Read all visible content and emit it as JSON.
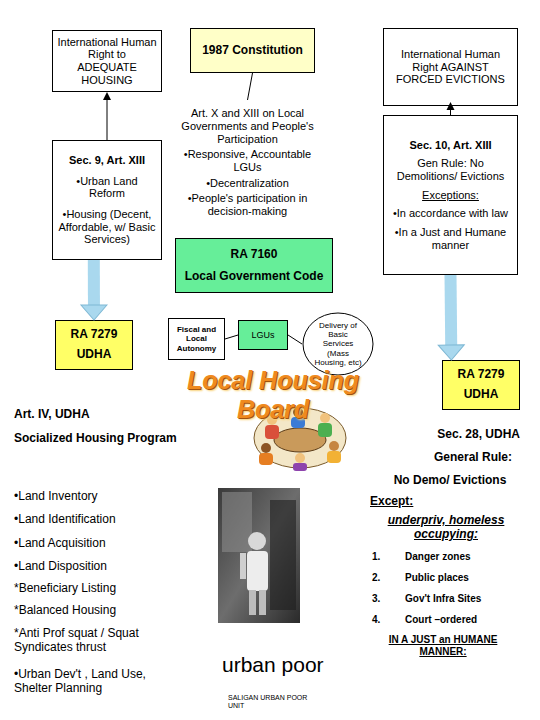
{
  "diagram": {
    "nodes": [
      {
        "text": [
          "International Human Right to ADEQUATE HOUSING"
        ]
      },
      {
        "text": [
          "1987 Constitution"
        ]
      },
      {
        "text": [
          "International Human Right AGAINST FORCED EVICTIONS"
        ]
      },
      {
        "text": [
          "Art. X and XIII on Local Governments and People's Participation",
          "•Responsive, Accountable LGUs",
          "•Decentralization",
          "•People's participation in decision-making"
        ]
      },
      {
        "text": [
          "Sec. 9, Art. XIII",
          "•Urban Land Reform",
          "•Housing (Decent, Affordable, w/ Basic Services)"
        ]
      },
      {
        "text": [
          "Sec. 10, Art. XIII",
          "Gen Rule: No Demolitions/ Evictions",
          "Exceptions:",
          "•In accordance with law",
          "•In a Just and Humane manner"
        ]
      },
      {
        "text": [
          "RA 7160",
          "Local Government Code"
        ]
      },
      {
        "text": [
          "Fiscal and Local Autonomy"
        ]
      },
      {
        "text": [
          "LGUs"
        ]
      },
      {
        "text": [
          "Delivery of Basic Services (Mass Housing, etc)"
        ]
      },
      {
        "text": [
          "RA 7279",
          "UDHA"
        ]
      },
      {
        "text": [
          "RA 7279",
          "UDHA"
        ]
      }
    ],
    "edges": [
      {
        "from": 4,
        "to": 0,
        "arrow": "to"
      },
      {
        "from": 5,
        "to": 2,
        "arrow": "to"
      },
      {
        "from": 1,
        "to": 3,
        "arrow": "none"
      },
      {
        "from": 8,
        "to": 7,
        "arrow": "none"
      },
      {
        "from": 8,
        "to": 9,
        "arrow": "none"
      },
      {
        "from": 4,
        "to": 10,
        "arrow": "to"
      },
      {
        "from": 5,
        "to": 11,
        "arrow": "to"
      }
    ],
    "labels": [
      "Local Housing Board",
      "Art. IV, UDHA",
      "Socialized Housing Program",
      "•Land Inventory",
      "•Land Identification",
      "•Land Acquisition",
      "•Land Disposition",
      "*Beneficiary Listing",
      "*Balanced Housing",
      "*Anti Prof squat / Squat Syndicates thrust",
      "•Urban Dev't , Land Use, Shelter Planning",
      "Sec. 28, UDHA",
      "General Rule:",
      "No Demo/ Evictions",
      "Except:",
      "underpriv, homeless occupying:",
      "1.",
      "Danger zones",
      "2.",
      "Public places",
      "3.",
      "Gov't Infra Sites",
      "4.",
      "Court –ordered",
      "IN A JUST an HUMANE MANNER:",
      "urban poor",
      "SALIGAN URBAN POOR UNIT"
    ]
  }
}
